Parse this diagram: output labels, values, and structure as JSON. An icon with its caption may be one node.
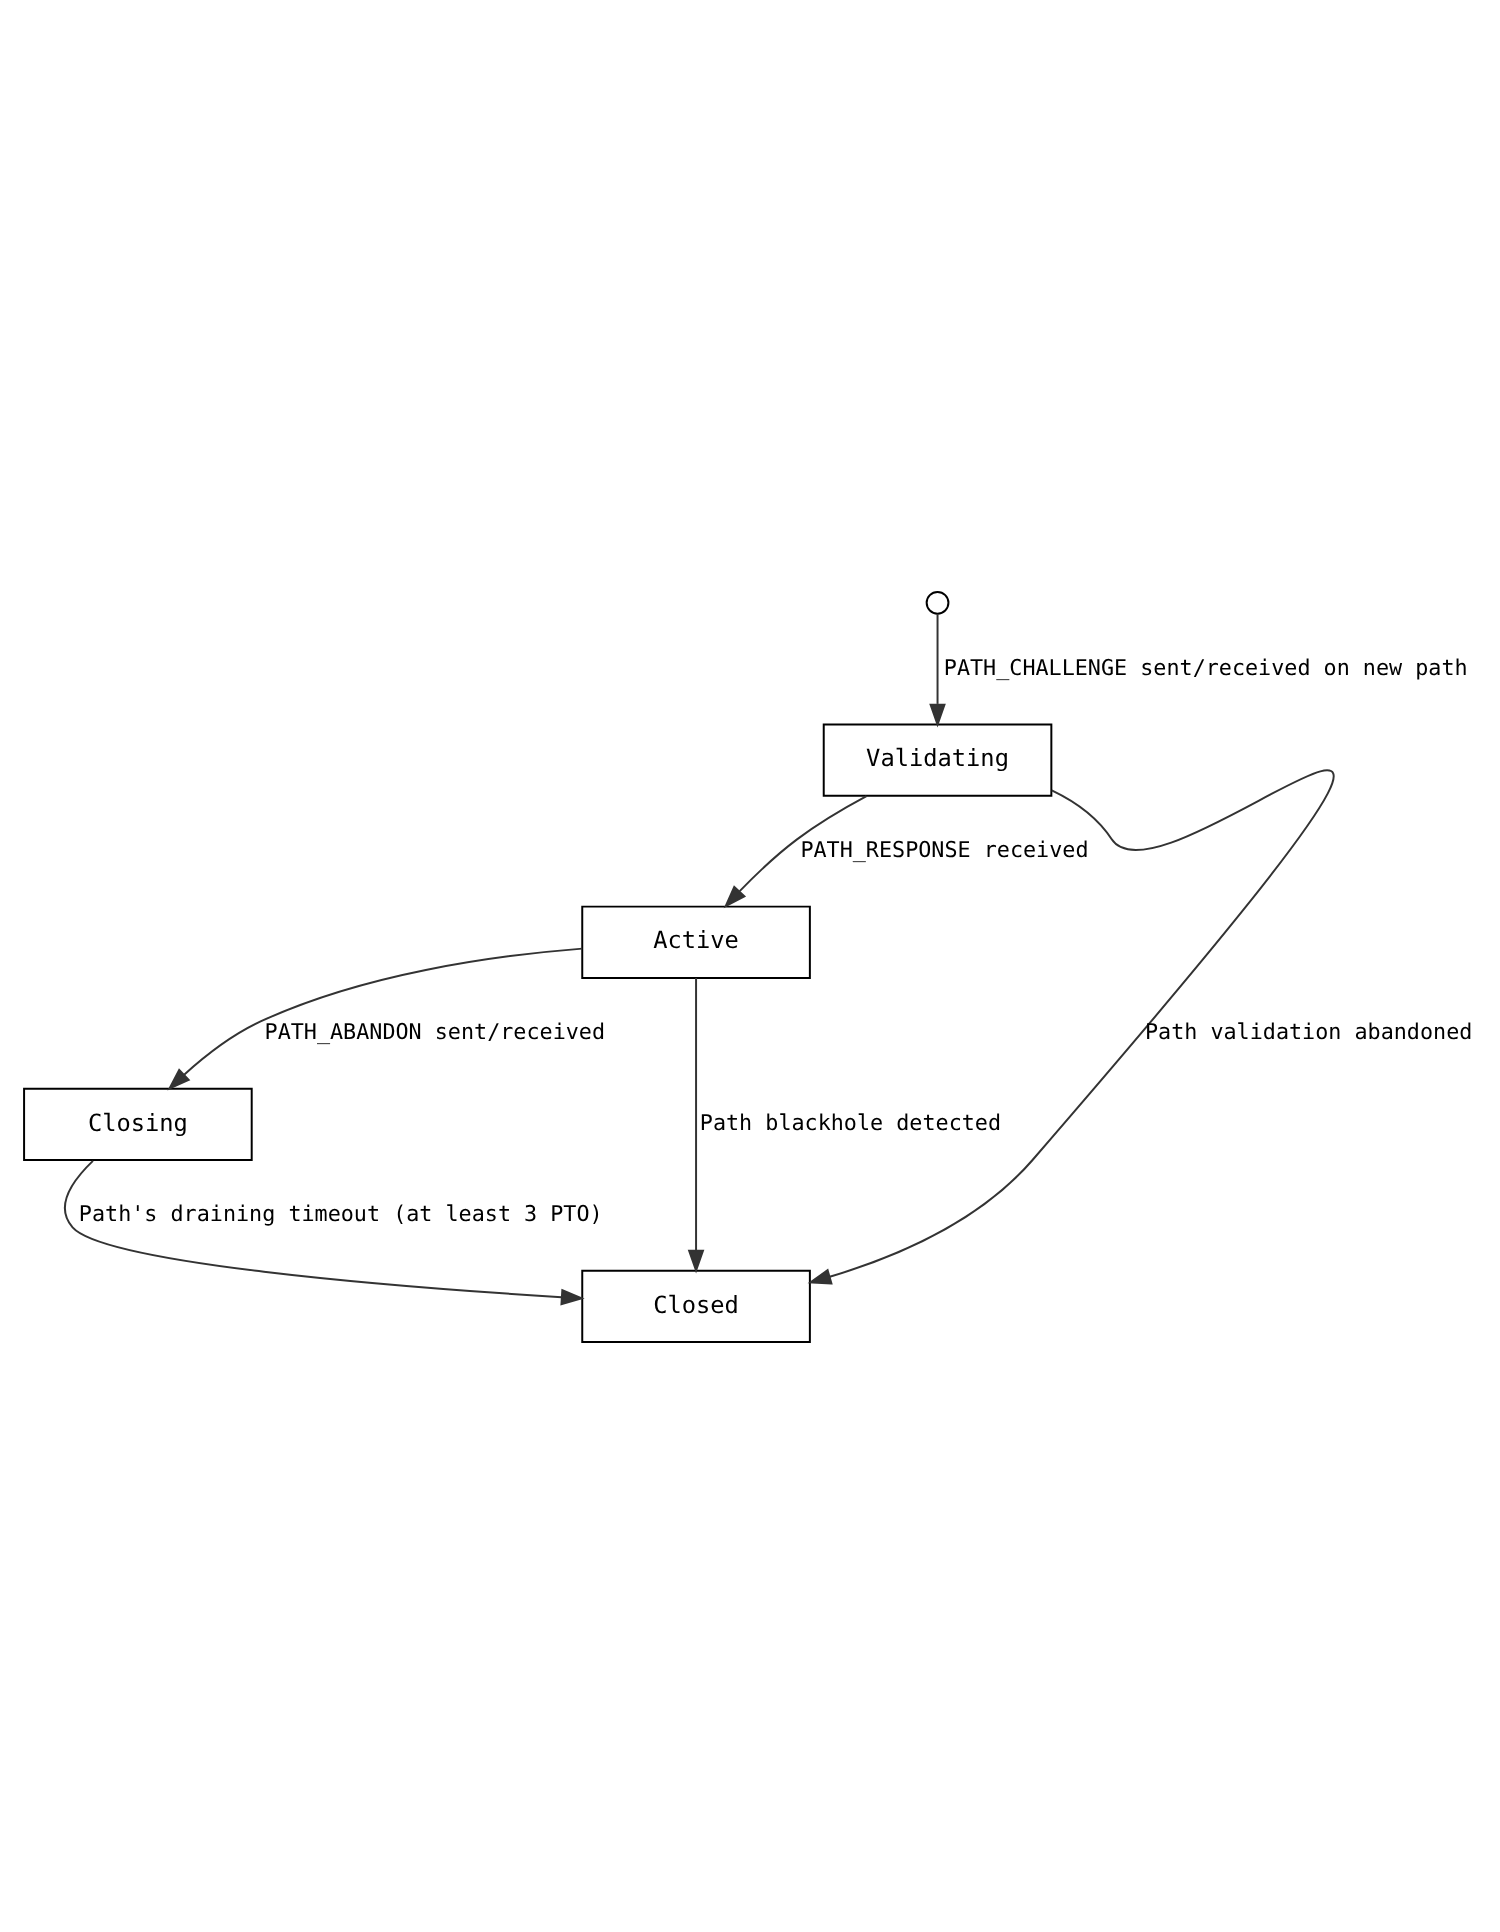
{
  "diagram": {
    "nodes": [
      {
        "text": [],
        "shape": "circle"
      },
      {
        "text": [
          "Validating"
        ]
      },
      {
        "text": [
          "Active"
        ]
      },
      {
        "text": [
          "Closing"
        ]
      },
      {
        "text": [
          "Closed"
        ]
      }
    ],
    "edges": [
      {
        "from": 0,
        "to": 1,
        "arrow": "to",
        "label": "PATH_CHALLENGE sent/received on new path"
      },
      {
        "from": 1,
        "to": 2,
        "arrow": "to",
        "label": "PATH_RESPONSE received"
      },
      {
        "from": 2,
        "to": 3,
        "arrow": "to",
        "label": "PATH_ABANDON sent/received"
      },
      {
        "from": 3,
        "to": 4,
        "arrow": "to",
        "label": "Path's draining timeout (at least 3 PTO)"
      },
      {
        "from": 1,
        "to": 4,
        "arrow": "to",
        "label": "Path validation abandoned"
      },
      {
        "from": 2,
        "to": 4,
        "arrow": "to",
        "label": "Path blackhole detected"
      }
    ]
  }
}
